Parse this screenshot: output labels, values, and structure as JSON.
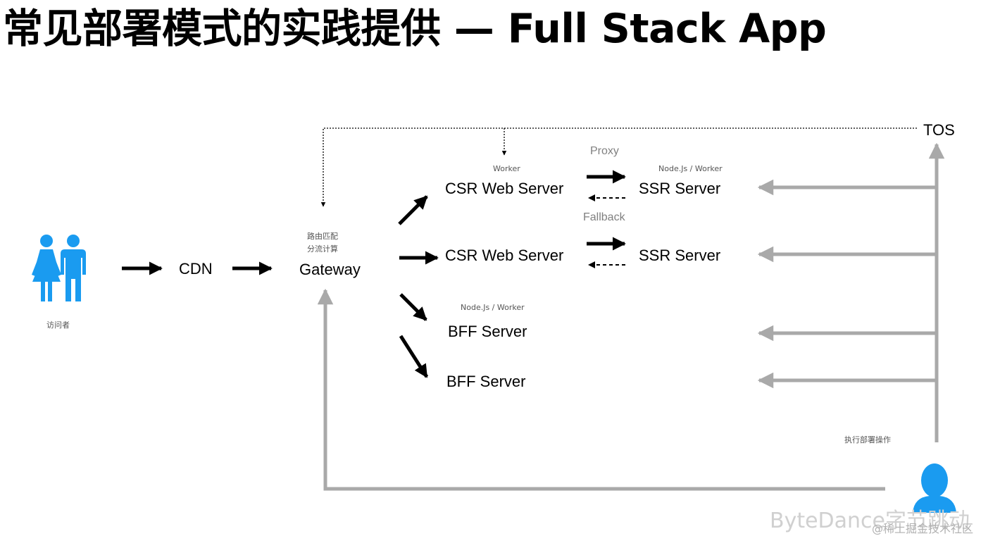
{
  "title": "常见部署模式的实践提供 — Full Stack App",
  "nodes": {
    "visitor_label": "访问者",
    "cdn": "CDN",
    "gateway": "Gateway",
    "gateway_note_line1": "路由匹配",
    "gateway_note_line2": "分流计算",
    "csr_web_server_1": "CSR Web Server",
    "csr_web_server_1_note": "Worker",
    "csr_web_server_2": "CSR Web Server",
    "ssr_server_1": "SSR Server",
    "ssr_server_1_note": "Node.Js / Worker",
    "ssr_server_2": "SSR Server",
    "bff_server_1": "BFF  Server",
    "bff_server_1_note": "Node.Js / Worker",
    "bff_server_2": "BFF  Server",
    "tos": "TOS",
    "deploy_label": "执行部署操作"
  },
  "edges": {
    "proxy": "Proxy",
    "fallback": "Fallback"
  },
  "watermark": {
    "brand": "ByteDance字节跳动",
    "community": "@稀土掘金技术社区"
  },
  "colors": {
    "person_icon": "#1a9bf0",
    "gray_arrow": "#a9a9a9",
    "black_arrow": "#000000"
  }
}
